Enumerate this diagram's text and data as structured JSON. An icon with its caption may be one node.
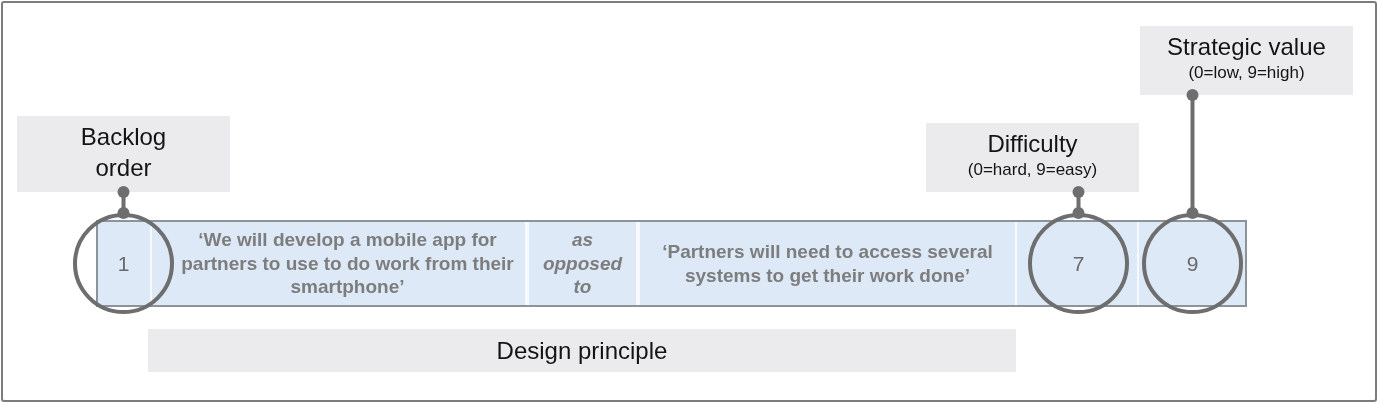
{
  "diagram": {
    "nodes": [
      {
        "text": [
          "Backlog order"
        ]
      },
      {
        "text": [
          "Difficulty",
          "(0=hard, 9=easy)"
        ]
      },
      {
        "text": [
          "Strategic value",
          "(0=low, 9=high)"
        ]
      },
      {
        "text": [],
        "shape": "box"
      },
      {
        "text": [
          "1"
        ]
      },
      {
        "text": [
          "‘We will develop a mobile app for partners to use to do work from their smartphone’"
        ],
        "in": 3
      },
      {
        "text": [
          "as opposed to"
        ],
        "in": 3
      },
      {
        "text": [
          "‘Partners will need to access several systems to get their work done’"
        ],
        "in": 3
      },
      {
        "text": [
          "7"
        ]
      },
      {
        "text": [
          "9"
        ]
      },
      {
        "text": [
          "Design principle"
        ]
      }
    ],
    "edges": [
      {
        "from": 0,
        "to": 4,
        "arrow": "other"
      },
      {
        "from": 1,
        "to": 8,
        "arrow": "other"
      },
      {
        "from": 2,
        "to": 9,
        "arrow": "other"
      }
    ]
  }
}
